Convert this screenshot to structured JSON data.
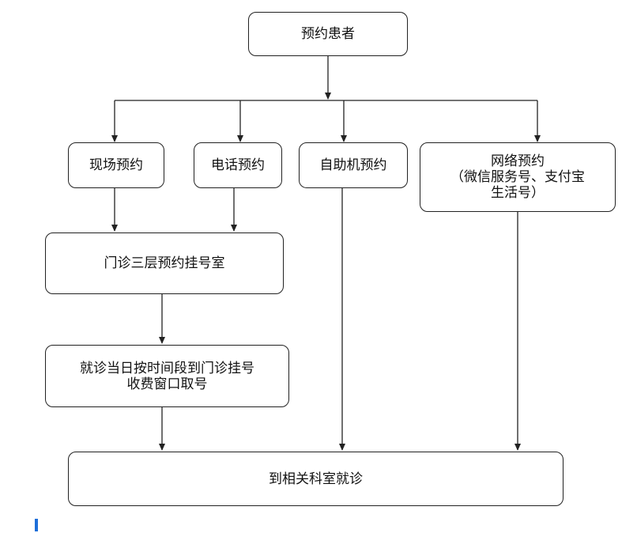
{
  "nodes": {
    "patient": "预约患者",
    "onsite": "现场预约",
    "phone": "电话预约",
    "kiosk": "自助机预约",
    "online": "网络预约\n（微信服务号、支付宝\n生活号）",
    "registration_office": "门诊三层预约挂号室",
    "same_day": "就诊当日按时间段到门诊挂号\n收费窗口取号",
    "department": "到相关科室就诊"
  },
  "colors": {
    "line": "#222222",
    "accent": "#1e6fd9"
  }
}
